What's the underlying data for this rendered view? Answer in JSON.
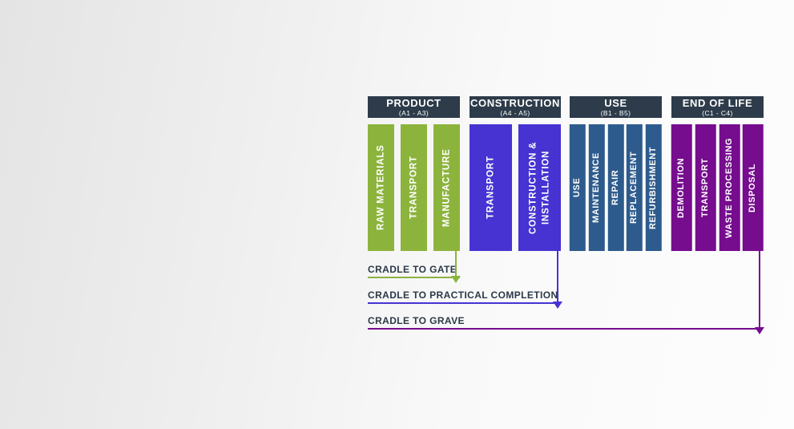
{
  "colors": {
    "header": "#2d3b4a",
    "product": "#8cb43d",
    "construction": "#4633d2",
    "use": "#2d5b8d",
    "eol": "#760c8e",
    "label": "#2b3947",
    "bg-left": "#e4e4e4",
    "bg-right": "#fdfdfd"
  },
  "sections": [
    {
      "title": "PRODUCT",
      "range": "(A1 - A3)",
      "color": "#8cb43d",
      "bars": [
        "RAW MATERIALS",
        "TRANSPORT",
        "MANUFACTURE"
      ]
    },
    {
      "title": "CONSTRUCTION",
      "range": "(A4 - A5)",
      "color": "#4633d2",
      "bars": [
        "TRANSPORT",
        "CONSTRUCTION & INSTALLATION"
      ]
    },
    {
      "title": "USE",
      "range": "(B1 - B5)",
      "color": "#2d5b8d",
      "bars": [
        "USE",
        "MAINTENANCE",
        "REPAIR",
        "REPLACEMENT",
        "REFURBISHMENT"
      ]
    },
    {
      "title": "END OF LIFE",
      "range": "(C1 - C4)",
      "color": "#760c8e",
      "bars": [
        "DEMOLITION",
        "TRANSPORT",
        "WASTE PROCESSING",
        "DISPOSAL"
      ]
    }
  ],
  "milestones": [
    {
      "label": "CRADLE TO GATE",
      "color": "#8cb43d"
    },
    {
      "label": "CRADLE TO PRACTICAL COMPLETION",
      "color": "#4633d2"
    },
    {
      "label": "CRADLE TO GRAVE",
      "color": "#760c8e"
    }
  ]
}
